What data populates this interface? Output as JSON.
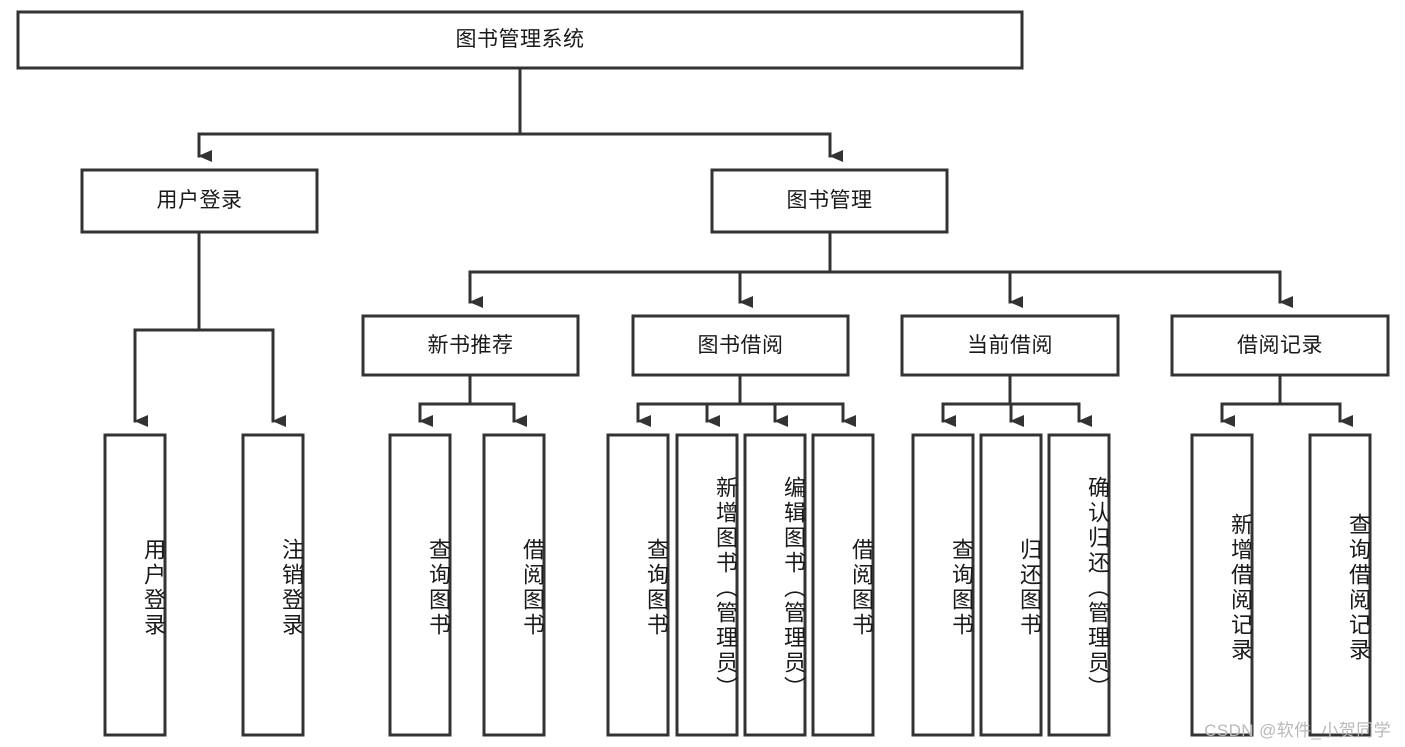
{
  "diagram": {
    "title": "图书管理系统",
    "watermark": "CSDN @软件_小贺同学",
    "colors": {
      "stroke": "#333333",
      "fill": "#ffffff",
      "text": "#1a1a1a",
      "watermark": "#b9b9b9",
      "background": "#ffffff"
    },
    "root": {
      "label": "图书管理系统"
    },
    "level1": [
      {
        "label": "用户登录"
      },
      {
        "label": "图书管理"
      }
    ],
    "level2": [
      {
        "label": "新书推荐"
      },
      {
        "label": "图书借阅"
      },
      {
        "label": "当前借阅"
      },
      {
        "label": "借阅记录"
      }
    ],
    "leaves": {
      "user_login": [
        {
          "label": "用户登录"
        },
        {
          "label": "注销登录"
        }
      ],
      "new_book_recommend": [
        {
          "label": "查询图书"
        },
        {
          "label": "借阅图书"
        }
      ],
      "book_borrow": [
        {
          "label": "查询图书"
        },
        {
          "label": "新增图书（管理员）"
        },
        {
          "label": "编辑图书（管理员）"
        },
        {
          "label": "借阅图书"
        }
      ],
      "current_borrow": [
        {
          "label": "查询图书"
        },
        {
          "label": "归还图书"
        },
        {
          "label": "确认归还（管理员）"
        }
      ],
      "borrow_record": [
        {
          "label": "新增借阅记录"
        },
        {
          "label": "查询借阅记录"
        }
      ]
    }
  }
}
